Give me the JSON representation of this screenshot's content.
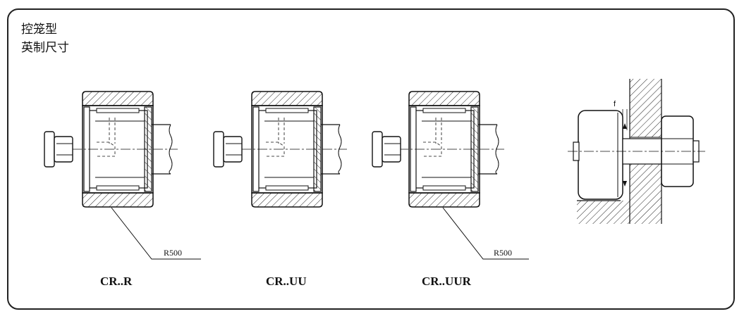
{
  "heading": {
    "line1": "控笼型",
    "line2": "英制尺寸"
  },
  "variants": [
    {
      "label": "CR..R",
      "radius_label": "R500"
    },
    {
      "label": "CR..UU"
    },
    {
      "label": "CR..UUR",
      "radius_label": "R500"
    }
  ],
  "mounting": {
    "gap_label": "f"
  }
}
